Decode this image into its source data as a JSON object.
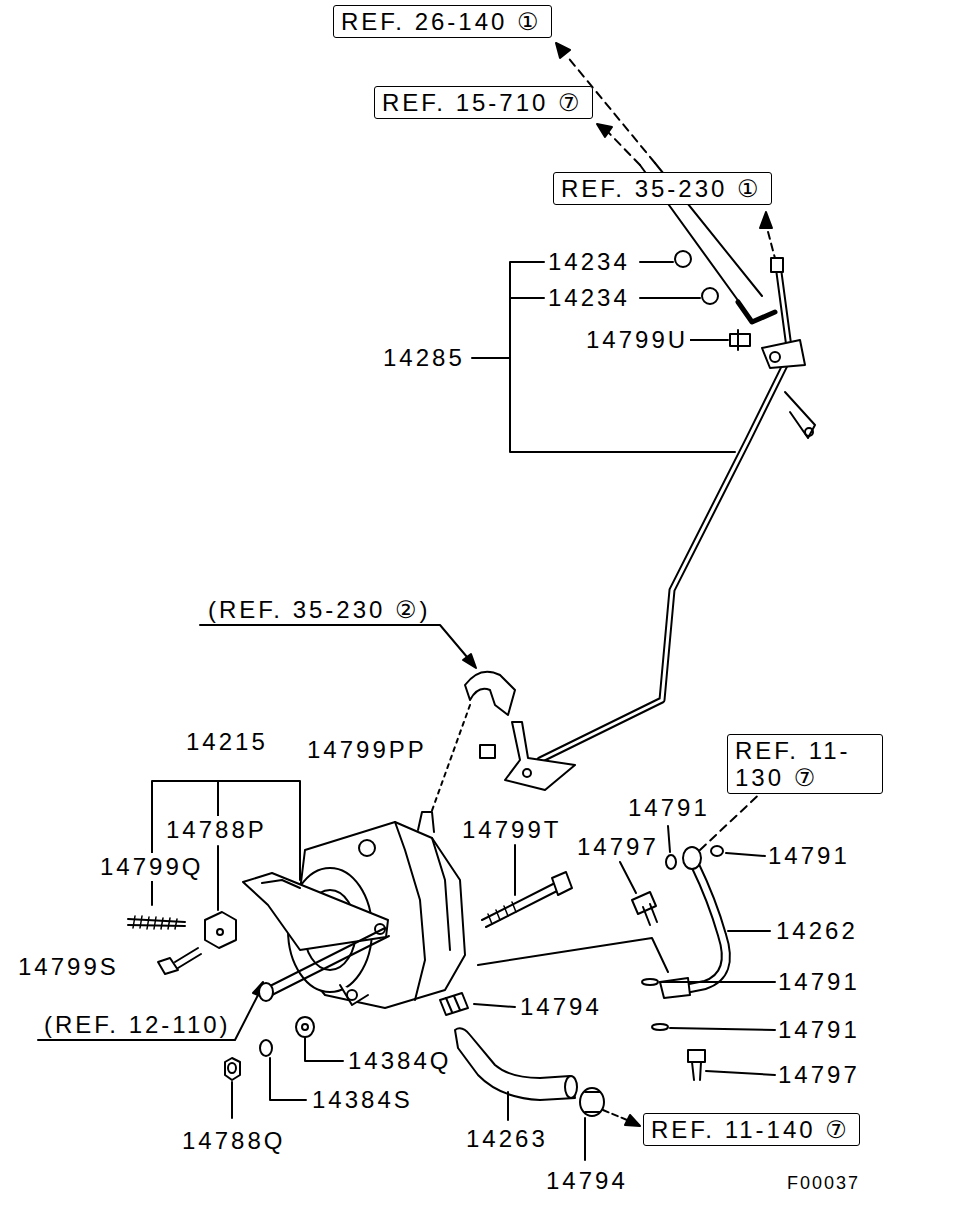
{
  "diagram": {
    "nodes": [
      {
        "text": [
          "REF. 26-140 ①"
        ]
      },
      {
        "text": [
          "REF. 15-710 ⑦"
        ]
      },
      {
        "text": [
          "REF. 35-230 ①"
        ]
      },
      {
        "text": [
          "REF. 11-130 ⑦"
        ]
      },
      {
        "text": [
          "REF. 11-140 ⑦"
        ]
      }
    ],
    "labels": [
      "14234",
      "14234",
      "14285",
      "14799U",
      "(REF. 35-230 ②)",
      "14215",
      "14799PP",
      "14788P",
      "14799Q",
      "14799S",
      "14799T",
      "14797",
      "14791",
      "14791",
      "14262",
      "14791",
      "14794",
      "14791",
      "14797",
      "(REF. 12-110)",
      "14384Q",
      "14384S",
      "14788Q",
      "14263",
      "14794",
      "F00037"
    ]
  }
}
